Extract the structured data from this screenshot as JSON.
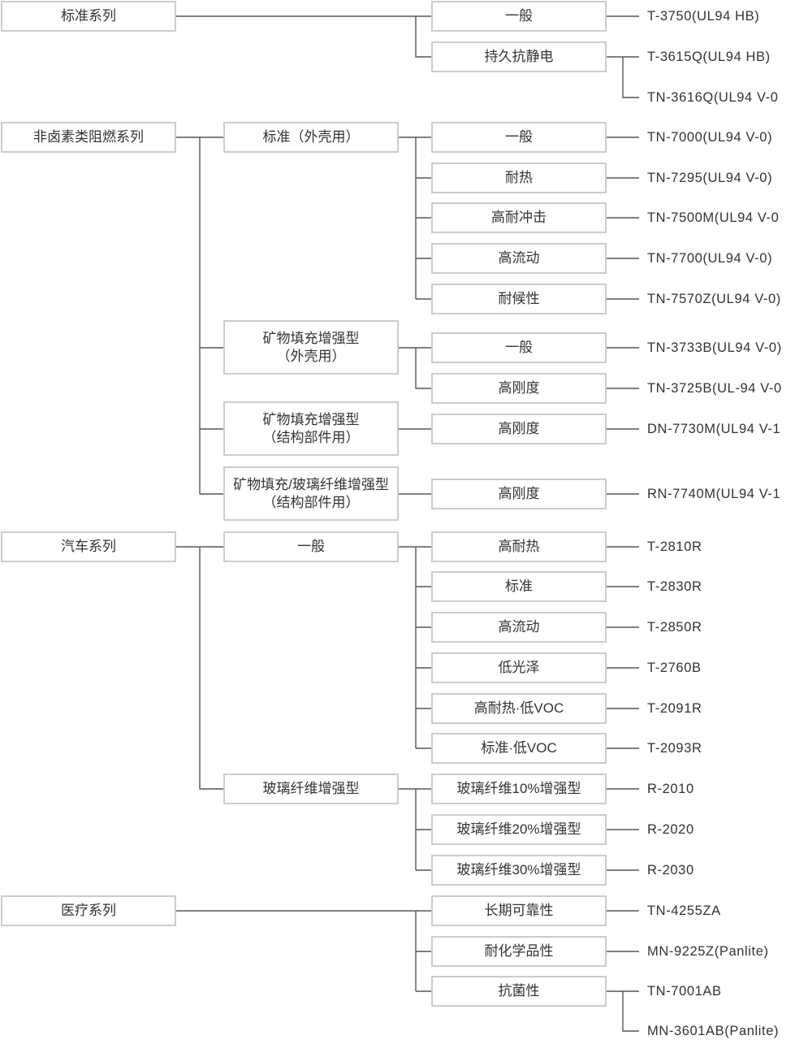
{
  "diagram": {
    "series": [
      {
        "label": "标准系列",
        "items": [
          {
            "label": "一般",
            "products": [
              "T-3750(UL94 HB)"
            ]
          },
          {
            "label": "持久抗静电",
            "products": [
              "T-3615Q(UL94 HB)",
              "TN-3616Q(UL94 V-0"
            ]
          }
        ]
      },
      {
        "label": "非卤素类阻燃系列",
        "groups": [
          {
            "label_lines": [
              "标准（外壳用）"
            ],
            "items": [
              {
                "label": "一般",
                "products": [
                  "TN-7000(UL94 V-0)"
                ]
              },
              {
                "label": "耐热",
                "products": [
                  "TN-7295(UL94 V-0)"
                ]
              },
              {
                "label": "高耐冲击",
                "products": [
                  "TN-7500M(UL94 V-0"
                ]
              },
              {
                "label": "高流动",
                "products": [
                  "TN-7700(UL94 V-0)"
                ]
              },
              {
                "label": "耐候性",
                "products": [
                  "TN-7570Z(UL94 V-0)"
                ]
              }
            ]
          },
          {
            "label_lines": [
              "矿物填充增强型",
              "（外壳用）"
            ],
            "items": [
              {
                "label": "一般",
                "products": [
                  "TN-3733B(UL94 V-0)"
                ]
              },
              {
                "label": "高刚度",
                "products": [
                  "TN-3725B(UL-94 V-0"
                ]
              }
            ]
          },
          {
            "label_lines": [
              "矿物填充增强型",
              "（结构部件用）"
            ],
            "items": [
              {
                "label": "高刚度",
                "products": [
                  "DN-7730M(UL94 V-1"
                ]
              }
            ]
          },
          {
            "label_lines": [
              "矿物填充/玻璃纤维增强型",
              "（结构部件用）"
            ],
            "items": [
              {
                "label": "高刚度",
                "products": [
                  "RN-7740M(UL94 V-1"
                ]
              }
            ]
          }
        ]
      },
      {
        "label": "汽车系列",
        "groups": [
          {
            "label_lines": [
              "一般"
            ],
            "items": [
              {
                "label": "高耐热",
                "products": [
                  "T-2810R"
                ]
              },
              {
                "label": "标准",
                "products": [
                  "T-2830R"
                ]
              },
              {
                "label": "高流动",
                "products": [
                  "T-2850R"
                ]
              },
              {
                "label": "低光泽",
                "products": [
                  "T-2760B"
                ]
              },
              {
                "label": "高耐热·低VOC",
                "products": [
                  "T-2091R"
                ]
              },
              {
                "label": "标准·低VOC",
                "products": [
                  "T-2093R"
                ]
              }
            ]
          },
          {
            "label_lines": [
              "玻璃纤维增强型"
            ],
            "items": [
              {
                "label": "玻璃纤维10%增强型",
                "products": [
                  "R-2010"
                ]
              },
              {
                "label": "玻璃纤维20%增强型",
                "products": [
                  "R-2020"
                ]
              },
              {
                "label": "玻璃纤维30%增强型",
                "products": [
                  "R-2030"
                ]
              }
            ]
          }
        ]
      },
      {
        "label": "医疗系列",
        "items": [
          {
            "label": "长期可靠性",
            "products": [
              "TN-4255ZA"
            ]
          },
          {
            "label": "耐化学品性",
            "products": [
              "MN-9225Z(Panlite)"
            ]
          },
          {
            "label": "抗菌性",
            "products": [
              "TN-7001AB",
              "MN-3601AB(Panlite)"
            ]
          }
        ]
      }
    ]
  },
  "colors": {
    "line": "#555555",
    "box_border": "#cccccc",
    "text": "#333333",
    "background": "#ffffff"
  }
}
